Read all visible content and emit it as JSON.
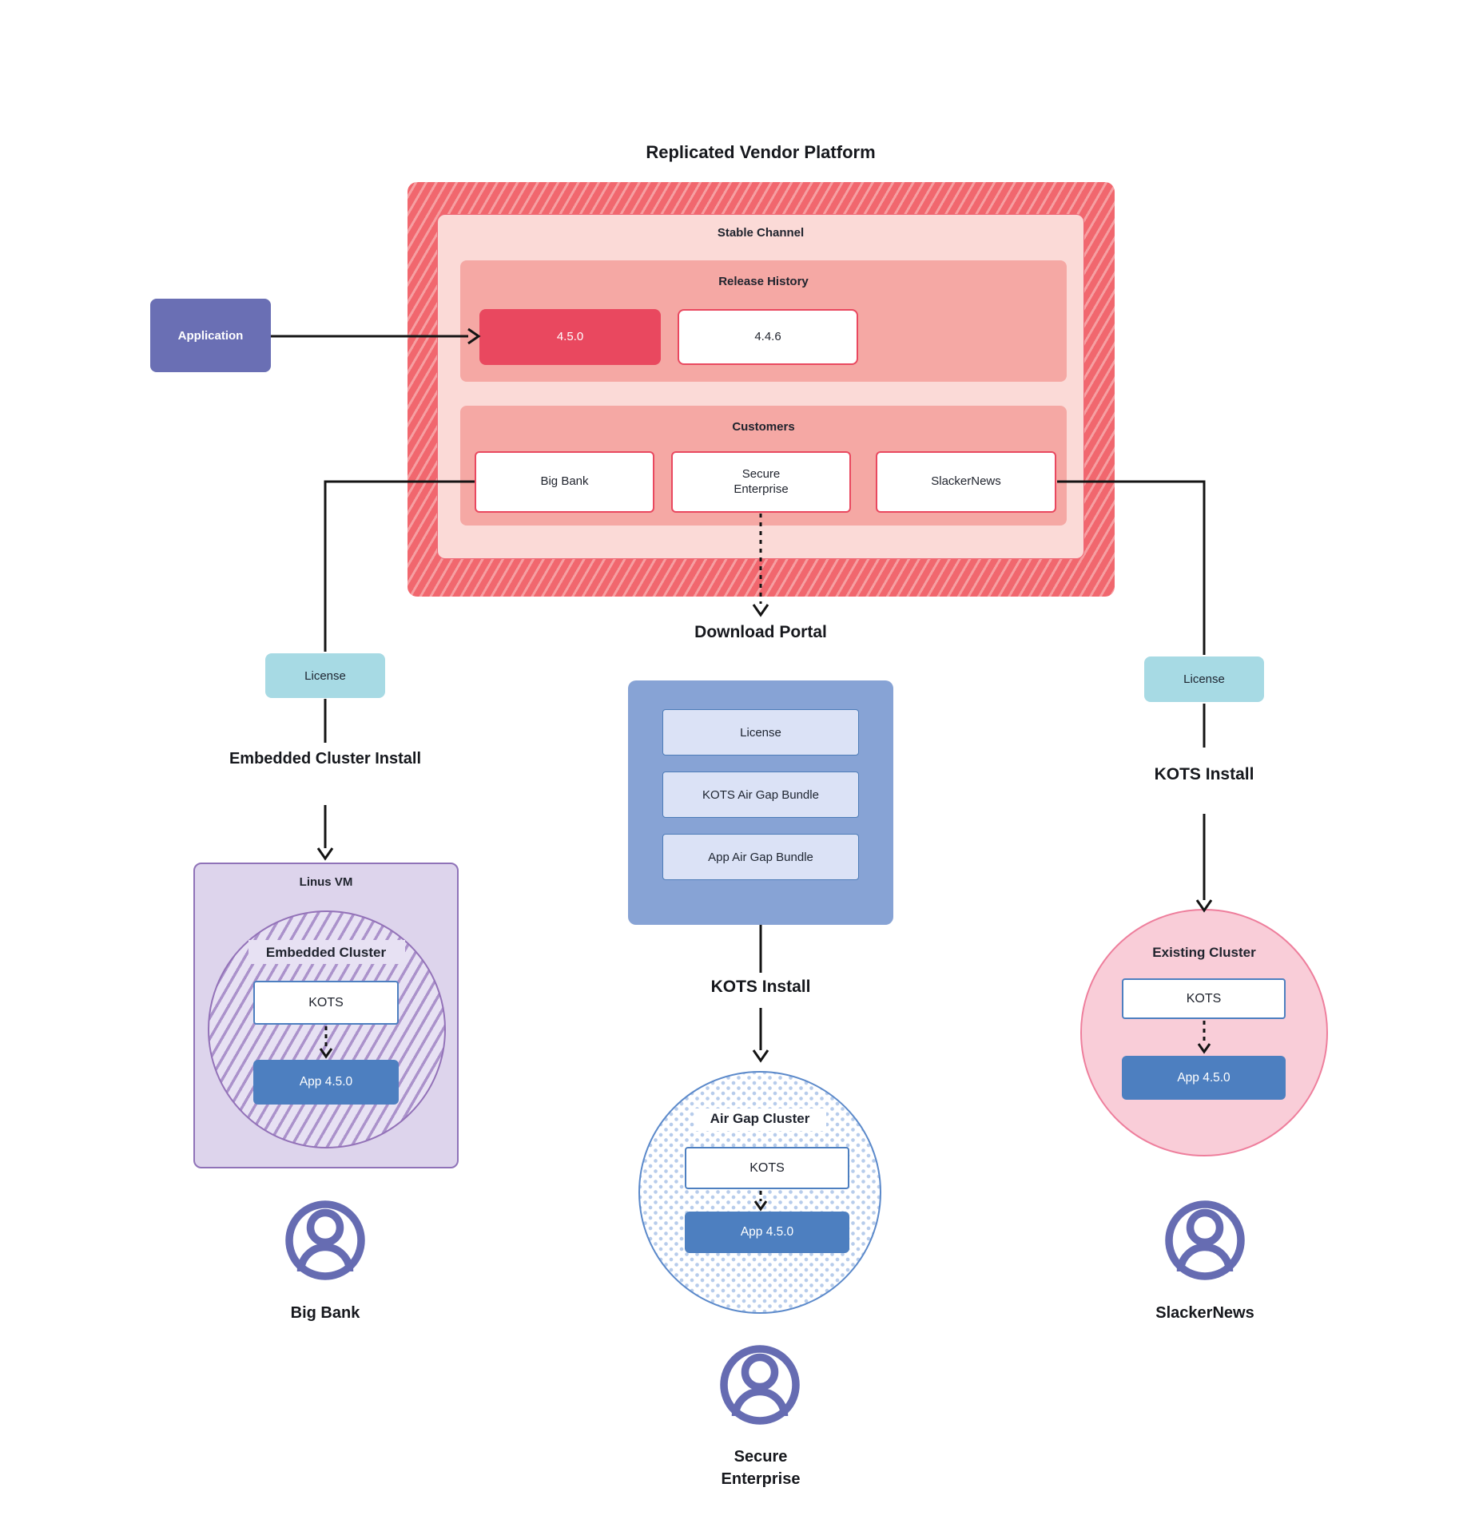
{
  "title": "Replicated Vendor Platform",
  "application": {
    "label": "Application"
  },
  "platform": {
    "stable_channel": {
      "label": "Stable Channel",
      "release_history": {
        "label": "Release History",
        "releases": [
          {
            "version": "4.5.0",
            "state": "current"
          },
          {
            "version": "4.4.6",
            "state": "previous"
          }
        ]
      },
      "customers": {
        "label": "Customers",
        "items": [
          {
            "name": "Big Bank"
          },
          {
            "name": "Secure Enterprise"
          },
          {
            "name": "SlackerNews"
          }
        ]
      }
    }
  },
  "left_flow": {
    "license_label": "License",
    "install_label": "Embedded Cluster Install",
    "vm_label": "Linus VM",
    "cluster_label": "Embedded Cluster",
    "kots_label": "KOTS",
    "app_label": "App 4.5.0",
    "customer_name": "Big Bank"
  },
  "middle_flow": {
    "portal_title": "Download Portal",
    "portal_items": [
      {
        "label": "License"
      },
      {
        "label": "KOTS Air Gap Bundle"
      },
      {
        "label": "App Air Gap Bundle"
      }
    ],
    "install_label": "KOTS Install",
    "cluster_label": "Air Gap Cluster",
    "kots_label": "KOTS",
    "app_label": "App 4.5.0",
    "customer_name": "Secure Enterprise"
  },
  "right_flow": {
    "license_label": "License",
    "install_label": "KOTS Install",
    "cluster_label": "Existing Cluster",
    "kots_label": "KOTS",
    "app_label": "App 4.5.0",
    "customer_name": "SlackerNews"
  },
  "palette": {
    "hatch_red_dark": "#f1676e",
    "hatch_red_light": "#f69fa2",
    "channel_pink": "#fbdad7",
    "section_pink": "#f5a8a4",
    "release_red": "#e9485f",
    "application_purple": "#6a6fb4",
    "license_teal": "#a7dae4",
    "portal_blue": "#87a3d5",
    "portal_item_blue": "#dbe2f6",
    "app_chip_blue": "#4d7fc0",
    "kots_border_blue": "#4d7cb8",
    "vm_purple_bg": "#ddd4ec",
    "vm_purple_border": "#8f72b8",
    "existing_pink_bg": "#f9cdd8",
    "existing_pink_border": "#ee7e9c",
    "person_purple": "#666cb2",
    "connector_black": "#141414"
  }
}
